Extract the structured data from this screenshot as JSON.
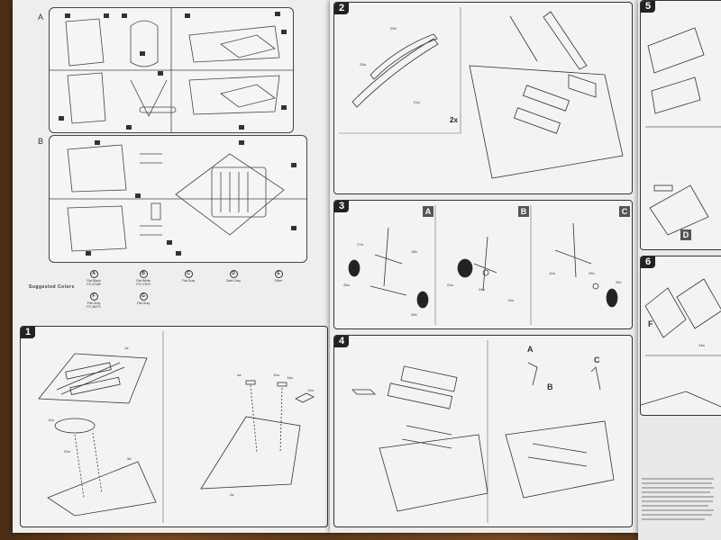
{
  "sprue": {
    "a_label": "A",
    "b_label": "B"
  },
  "colors": {
    "title": "Suggested Colors",
    "items": [
      {
        "letter": "A",
        "name": "Flat Black",
        "code": "FS 37038"
      },
      {
        "letter": "B",
        "name": "Flat White",
        "code": "FS 17875"
      },
      {
        "letter": "C",
        "name": "Flat Gray",
        "code": ""
      },
      {
        "letter": "D",
        "name": "Dark Gray",
        "code": ""
      },
      {
        "letter": "E",
        "name": "Silver",
        "code": ""
      },
      {
        "letter": "F",
        "name": "Flat Gray",
        "code": "FS 36270"
      },
      {
        "letter": "G",
        "name": "Flat Gray",
        "code": ""
      }
    ]
  },
  "steps": [
    {
      "number": "1"
    },
    {
      "number": "2"
    },
    {
      "number": "3"
    },
    {
      "number": "4"
    },
    {
      "number": "5"
    },
    {
      "number": "6"
    }
  ],
  "step2": {
    "multiplier": "2x",
    "parts": [
      "20b",
      "20a",
      "21a"
    ]
  },
  "step3": {
    "views": [
      "A",
      "B",
      "C"
    ],
    "parts": [
      "17a",
      "16b",
      "25a",
      "25b",
      "22a",
      "24a",
      "13a",
      "12a",
      "24b",
      "25c"
    ]
  },
  "step4": {
    "views": [
      "A",
      "B",
      "C"
    ]
  },
  "step5": {
    "view": "D"
  },
  "step6": {
    "view": "F",
    "parts": [
      "14a"
    ]
  },
  "step1": {
    "parts": [
      "1a",
      "12a",
      "20a",
      "3a",
      "4a",
      "13a",
      "10a",
      "14a",
      "2a"
    ]
  }
}
